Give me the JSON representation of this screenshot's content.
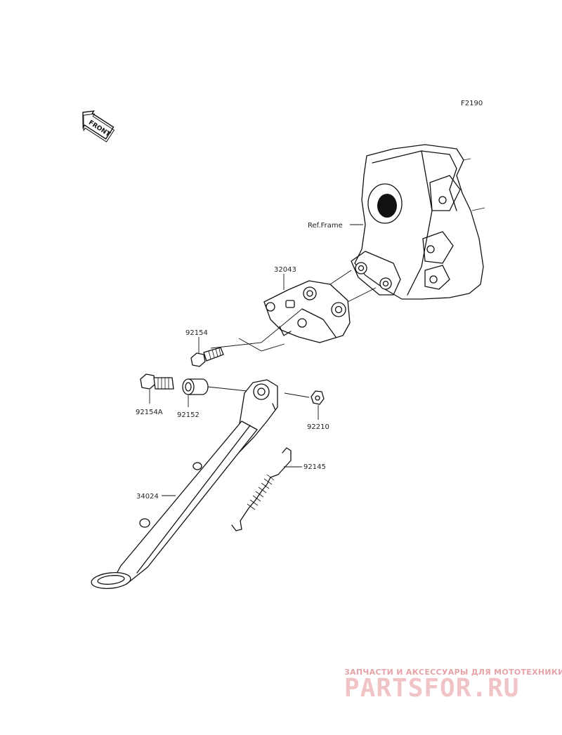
{
  "figure_code": "F2190",
  "front_arrow": {
    "label": "FRONT",
    "icon": "front-arrow-icon"
  },
  "reference": {
    "frame": "Ref.Frame"
  },
  "parts": [
    {
      "id": "bracket",
      "number": "32043"
    },
    {
      "id": "bolt",
      "number": "92154"
    },
    {
      "id": "bolt-a",
      "number": "92154A"
    },
    {
      "id": "collar",
      "number": "92152"
    },
    {
      "id": "nut",
      "number": "92210"
    },
    {
      "id": "spring",
      "number": "92145"
    },
    {
      "id": "stand",
      "number": "34024"
    }
  ],
  "watermark": {
    "tagline": "ЗАПЧАСТИ И АКСЕССУАРЫ ДЛЯ МОТОТЕХНИКИ",
    "logo": "PARTSFOR.RU",
    "color": "#e6a3a7"
  }
}
